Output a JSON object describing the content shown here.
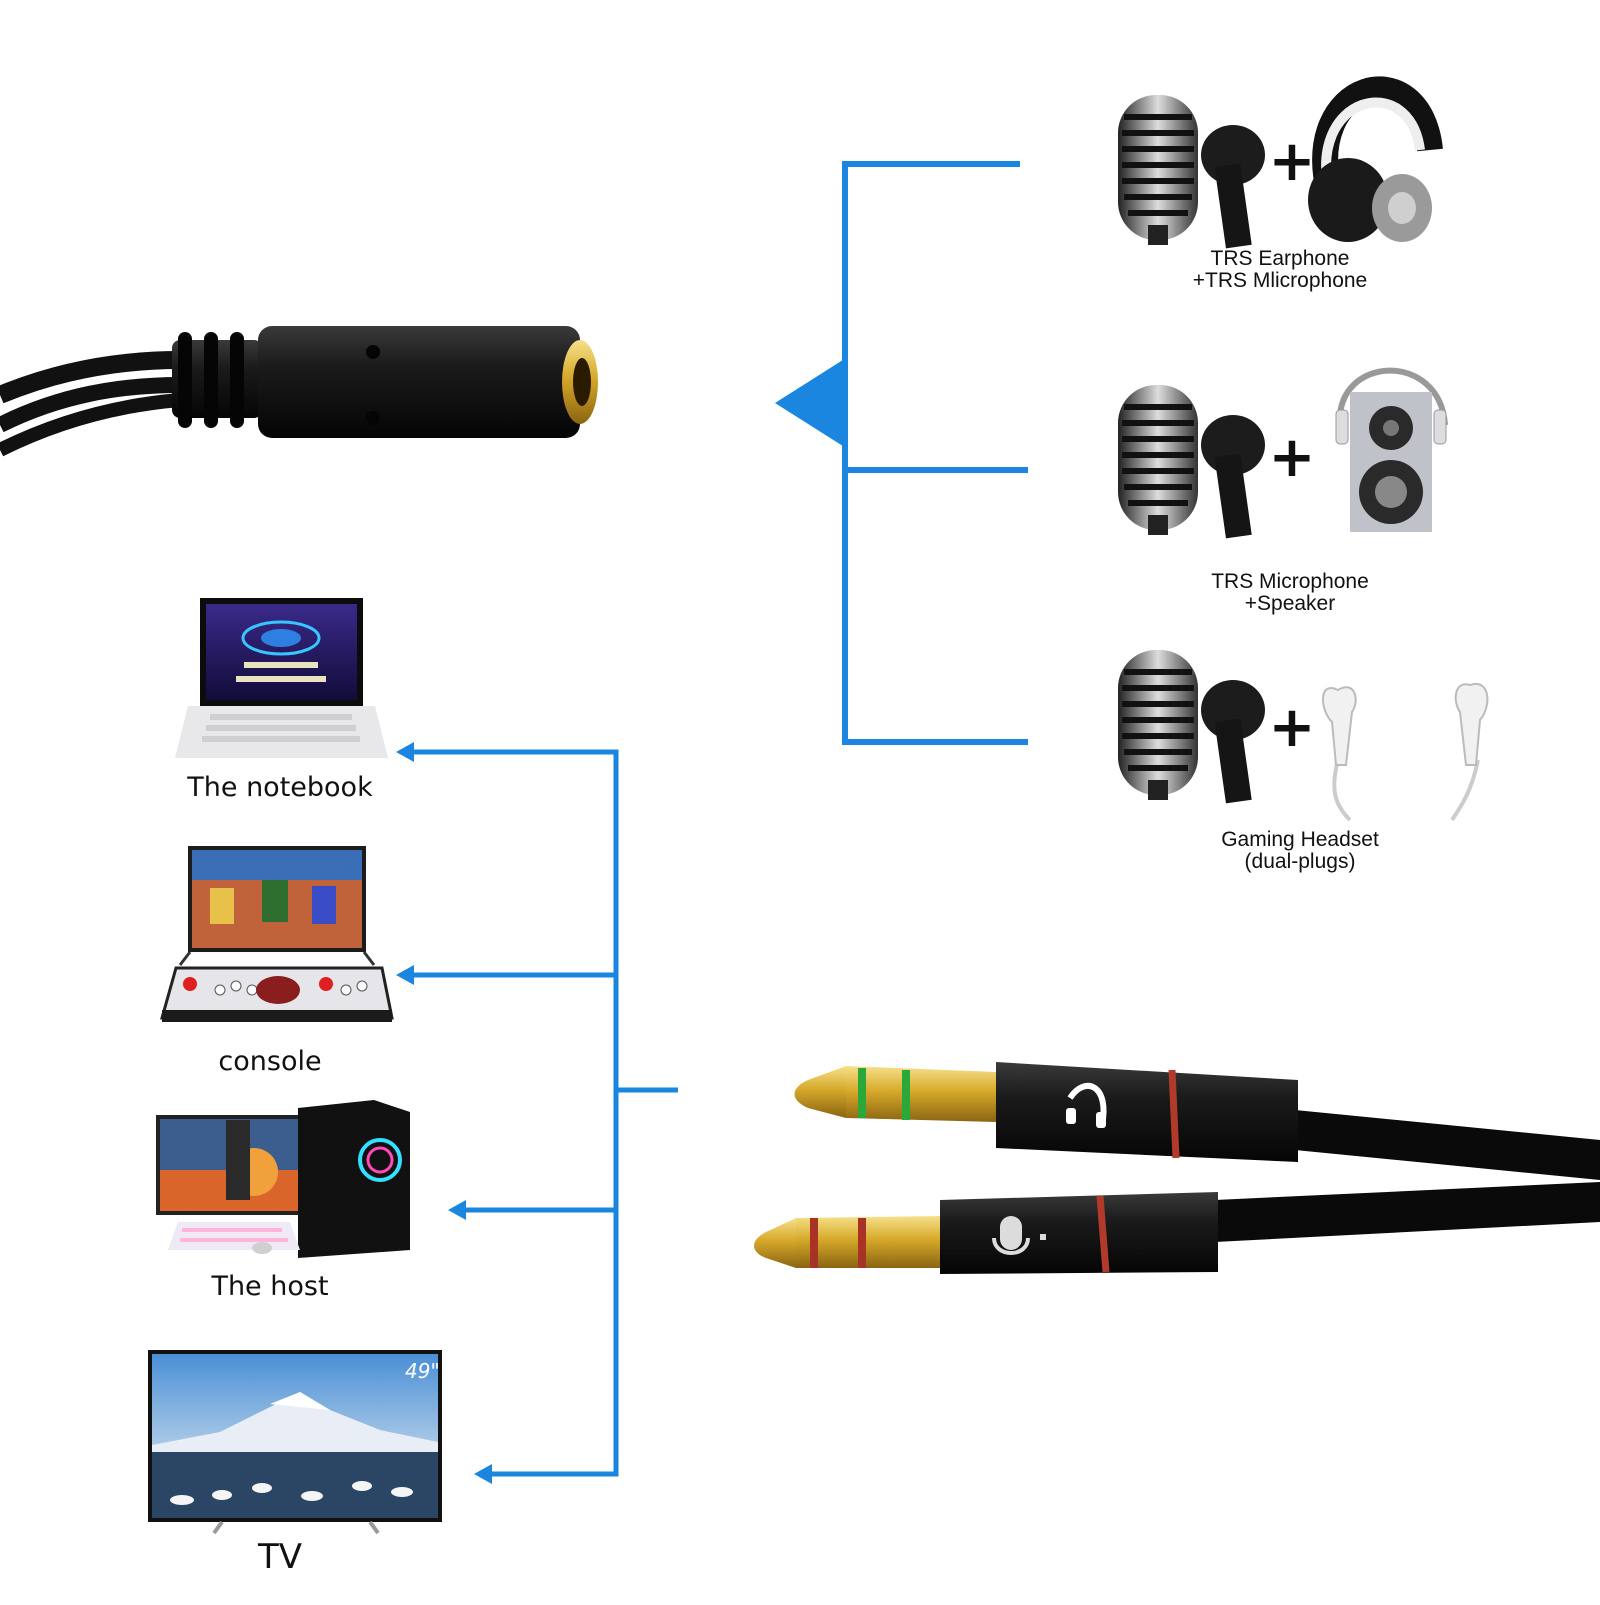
{
  "colors": {
    "connector_blue": "#1a86df",
    "gold": "#d6a92a",
    "cable": "#111111"
  },
  "outputs": [
    {
      "line1": "TRS Earphone",
      "line2": "+TRS Mlicrophone",
      "icons": [
        "microphone-icon",
        "headphones-icon"
      ]
    },
    {
      "line1": "TRS Microphone",
      "line2": "+Speaker",
      "icons": [
        "microphone-icon",
        "speaker-icon"
      ]
    },
    {
      "line1": "Gaming Headset",
      "line2": "(dual-plugs)",
      "icons": [
        "microphone-icon",
        "earbuds-icon"
      ]
    }
  ],
  "devices": [
    {
      "label": "The notebook",
      "icon": "laptop-icon"
    },
    {
      "label": "console",
      "icon": "arcade-console-icon"
    },
    {
      "label": "The host",
      "icon": "desktop-pc-icon"
    },
    {
      "label": "TV",
      "icon": "tv-icon"
    }
  ],
  "tv_screen_size": "49\"",
  "plus_sign": "+"
}
